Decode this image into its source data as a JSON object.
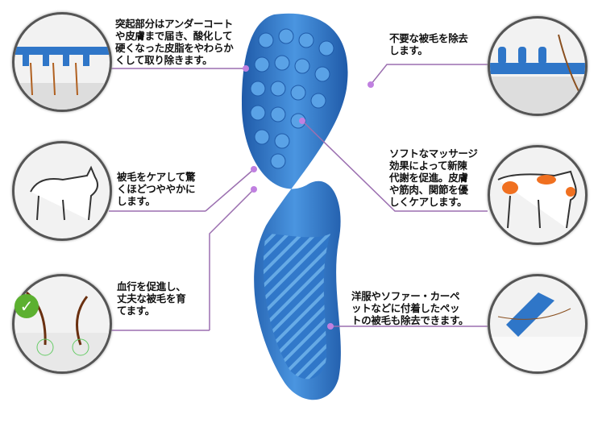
{
  "callouts": {
    "undercoat": "突起部分はアンダーコート\nや皮膚まで届き、酸化して\n硬くなった皮脂をやわらか\nくして取り除きます。",
    "shine": "被毛をケアして驚\nくほどつややかに\nします。",
    "circulation": "血行を促進し、\n丈夫な被毛を育\nてます。",
    "remove": "不要な被毛を除去\nします。",
    "massage": "ソフトなマッサージ\n効果によって新陳\n代謝を促進。皮膚\nや筋肉、関節を優\nしくケアします。",
    "fabric": "洋服やソファー・カーペ\nットなどに付着したペッ\nトの被毛も除去できます。"
  },
  "colors": {
    "brush": "#3a7fd0",
    "brush_dark": "#1f5aa8",
    "line": "#9b6fb0",
    "dot": "#c080e0"
  }
}
